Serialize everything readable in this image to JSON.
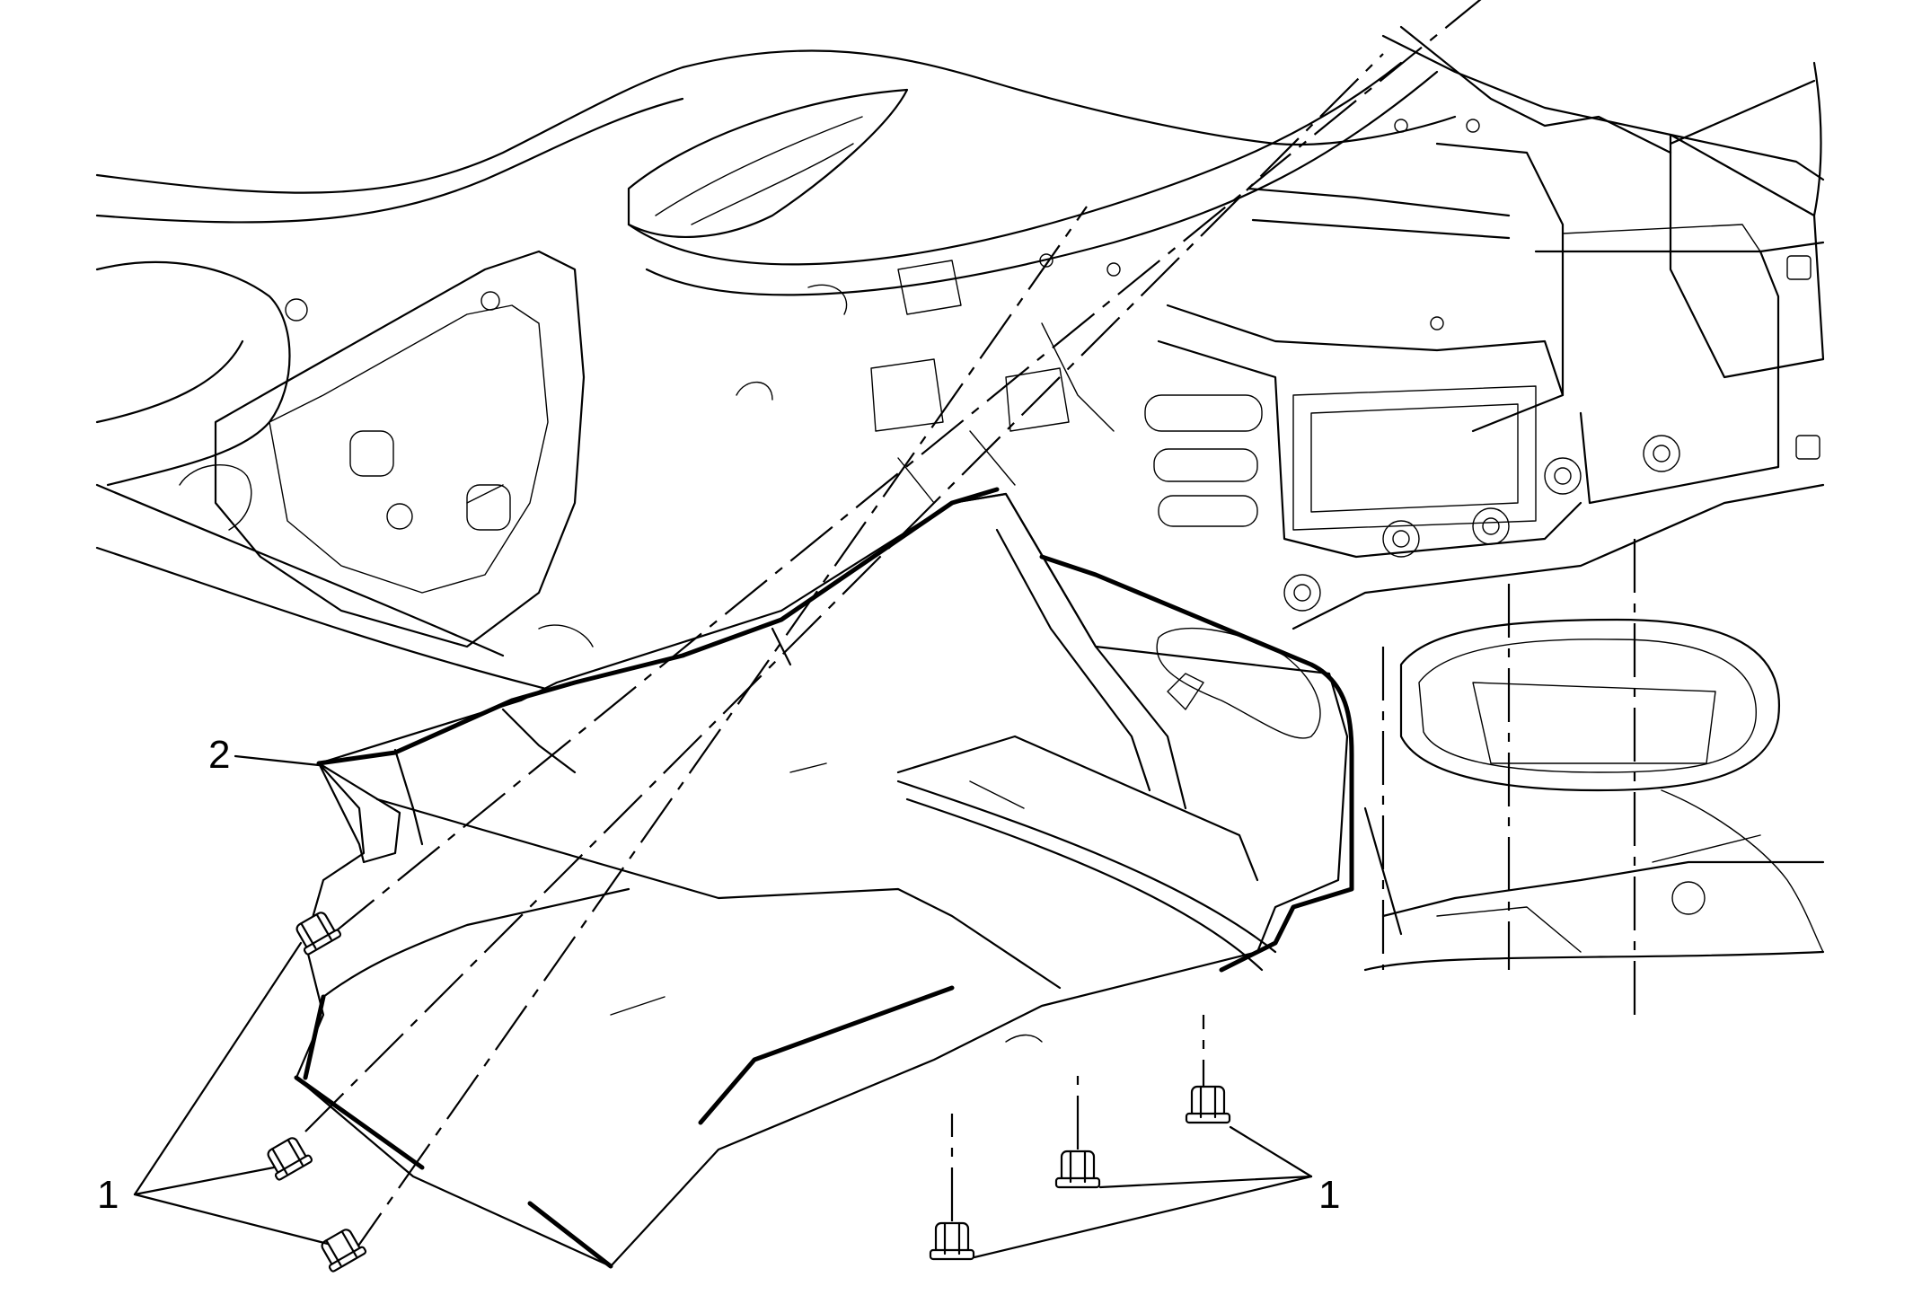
{
  "diagram": {
    "callouts": {
      "fasteners_left": "1",
      "fasteners_right": "1",
      "trim_panel": "2"
    },
    "icons": [
      "bolt-icon",
      "bolt-icon",
      "bolt-icon",
      "bolt-icon",
      "bolt-icon",
      "bolt-icon"
    ]
  }
}
